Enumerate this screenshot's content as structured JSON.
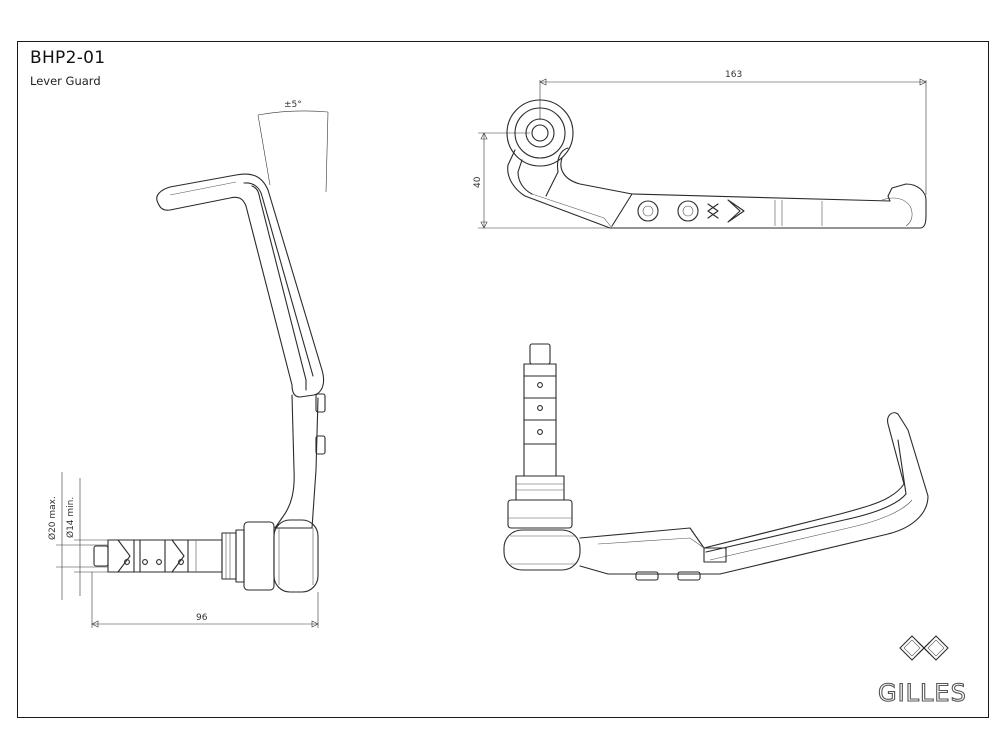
{
  "sheet": {
    "title": "BHP2-01",
    "subtitle": "Lever Guard"
  },
  "dimensions": {
    "angle": "±5°",
    "length_top": "163",
    "height_top": "40",
    "length_side": "96",
    "dia_max": "Ø20 max.",
    "dia_min": "Ø14 min."
  },
  "brand": {
    "name": "GILLES"
  }
}
